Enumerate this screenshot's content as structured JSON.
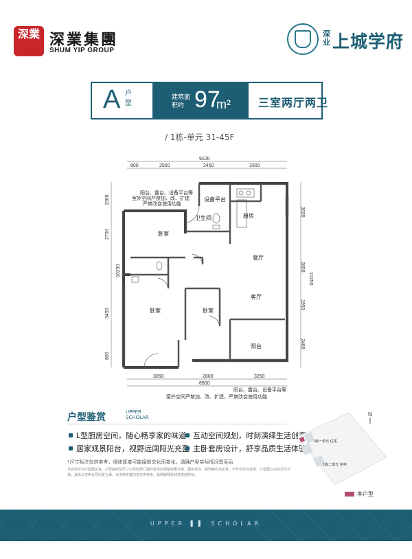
{
  "brand": {
    "logo_mark": "深業",
    "name_cn": "深業集團",
    "name_en": "SHUM YIP GROUP"
  },
  "project": {
    "prefix": "深业",
    "name": "上城学府"
  },
  "unit": {
    "type_letter": "A",
    "type_sub": "户型",
    "area_label": "建筑面积约",
    "area_value": "97",
    "area_unit": "m²",
    "rooms": "三室两厅两卫",
    "building": "/ 1栋-单元  31-45F"
  },
  "plan": {
    "dims_top_total": "9100",
    "dims_top": [
      "800",
      "2550",
      "2450",
      "3300"
    ],
    "dims_bottom": [
      "3050",
      "2800",
      "3250"
    ],
    "dims_bottom_total": "8900",
    "dims_left": [
      "1500",
      "2700",
      "3450",
      "800"
    ],
    "dims_left_total": "10250",
    "dims_right": [
      "3050",
      "2850",
      "1950",
      "2400"
    ],
    "dims_right_total": "10250",
    "rooms": {
      "equipment_platform": "设备平台",
      "bathroom": "卫生间",
      "kitchen": "厨房",
      "bedroom1": "卧室",
      "dining": "餐厅",
      "bedroom2": "卧室",
      "bedroom3": "卧室",
      "living": "客厅",
      "balcony": "阳台"
    },
    "note_top": [
      "阳台、露台、设备平台等",
      "室外空间严禁加、改、扩建",
      "严禁改变使用功能"
    ],
    "note_bottom": [
      "阳台、露台、设备平台等",
      "室外空间严禁加、改、扩建，严禁改变使用功能"
    ]
  },
  "features": {
    "title": "户型鉴赏",
    "title_en": [
      "UPPER",
      "SCHOLAR"
    ],
    "items": [
      "L型厨房空间，随心畅享家的味道",
      "互动空间规划，时刻演绎生活创意",
      "居家观景阳台，视野远阔阳光充盈",
      "主卧套房设计，舒享品质生活体验"
    ],
    "note": "*尺寸标注仅供参考，墙体厚度可能接提交化而变化，请确户型实际情况签至后",
    "disclaimer": "本资料仅为户型图示意，户型面积及尺寸以政府部门最终批准的测绘成果为准，图中家具、装饰等均为示意，不作为交付标准。户型图以实际交付为准，具体以买卖合同约定为准。本资料所载内容仅供参考，最终解释权归开发商所有。"
  },
  "sitemap": {
    "north": "N",
    "label1": "1栋一单元 住宅",
    "label2": "1栋二单元 住宅",
    "legend": "本户型"
  },
  "footer": {
    "text": "UPPER ▌▌ SCHOLAR"
  }
}
